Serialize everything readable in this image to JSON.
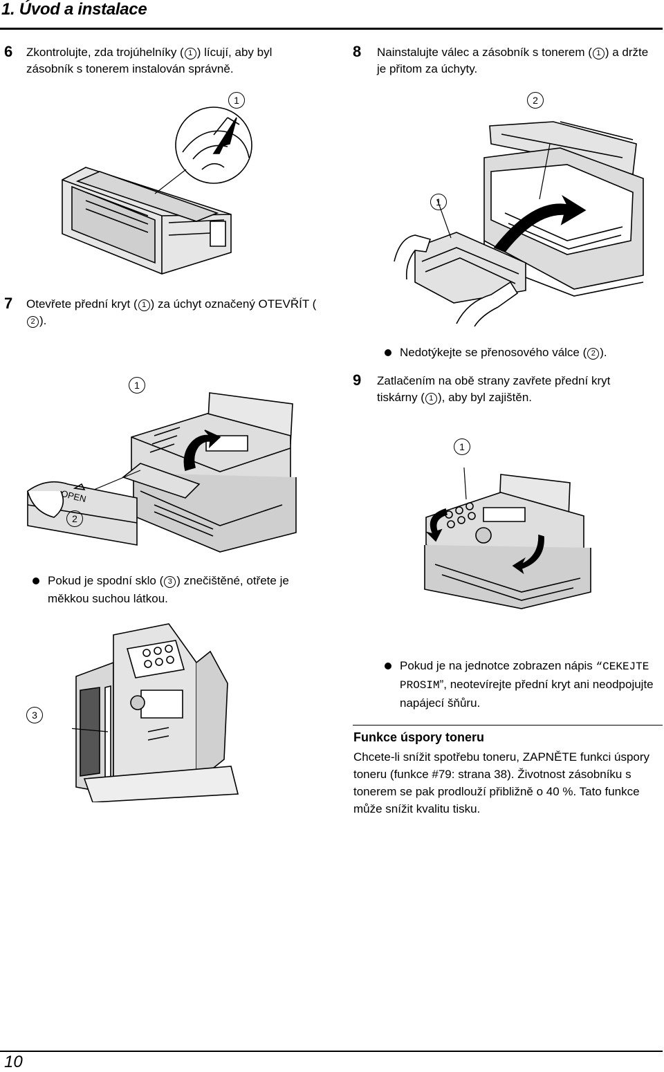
{
  "header": {
    "title": "1. Úvod a instalace"
  },
  "footer": {
    "page_number": "10"
  },
  "step6": {
    "number": "6",
    "text_before": "Zkontrolujte, zda trojúhelníky (",
    "text_after": ") lícují, aby byl zásobník s tonerem instalován správně.",
    "ref": "1",
    "callout": "1"
  },
  "step7": {
    "number": "7",
    "text_a": "Otevřete přední kryt (",
    "ref_a": "1",
    "text_b": ") za úchyt označený OTEVŘÍT (",
    "ref_b": "2",
    "text_c": ").",
    "callout_1": "1",
    "callout_2": "2",
    "open_label": "OPEN",
    "bullet_a": "Pokud je spodní sklo (",
    "bullet_ref": "3",
    "bullet_b": ") znečištěné, otřete je měkkou suchou látkou.",
    "callout_3": "3"
  },
  "step8": {
    "number": "8",
    "text_a": "Nainstalujte válec a zásobník s tonerem (",
    "ref": "1",
    "text_b": ") a držte je přitom za úchyty.",
    "callout_1": "1",
    "callout_2": "2",
    "bullet_a": "Nedotýkejte se přenosového válce (",
    "bullet_ref": "2",
    "bullet_b": ")."
  },
  "step9": {
    "number": "9",
    "text_a": "Zatlačením na obě strany zavřete přední kryt tiskárny (",
    "ref": "1",
    "text_b": "), aby byl zajištěn.",
    "callout_1": "1",
    "bullet_a": "Pokud je na jednotce zobrazen nápis ",
    "bullet_quote_open": "“",
    "bullet_mono": "CEKEJTE PROSIM",
    "bullet_quote_close": "”",
    "bullet_b": ", neotevírejte přední kryt ani neodpojujte napájecí šňůru."
  },
  "toner_saving": {
    "heading": "Funkce úspory toneru",
    "paragraph": "Chcete-li snížit spotřebu toneru, ZAPNĚTE funkci úspory toneru (funkce #79: strana 38). Životnost zásobníku s tonerem se pak prodlouží přibližně o 40 %. Tato funkce může snížit kvalitu tisku."
  }
}
